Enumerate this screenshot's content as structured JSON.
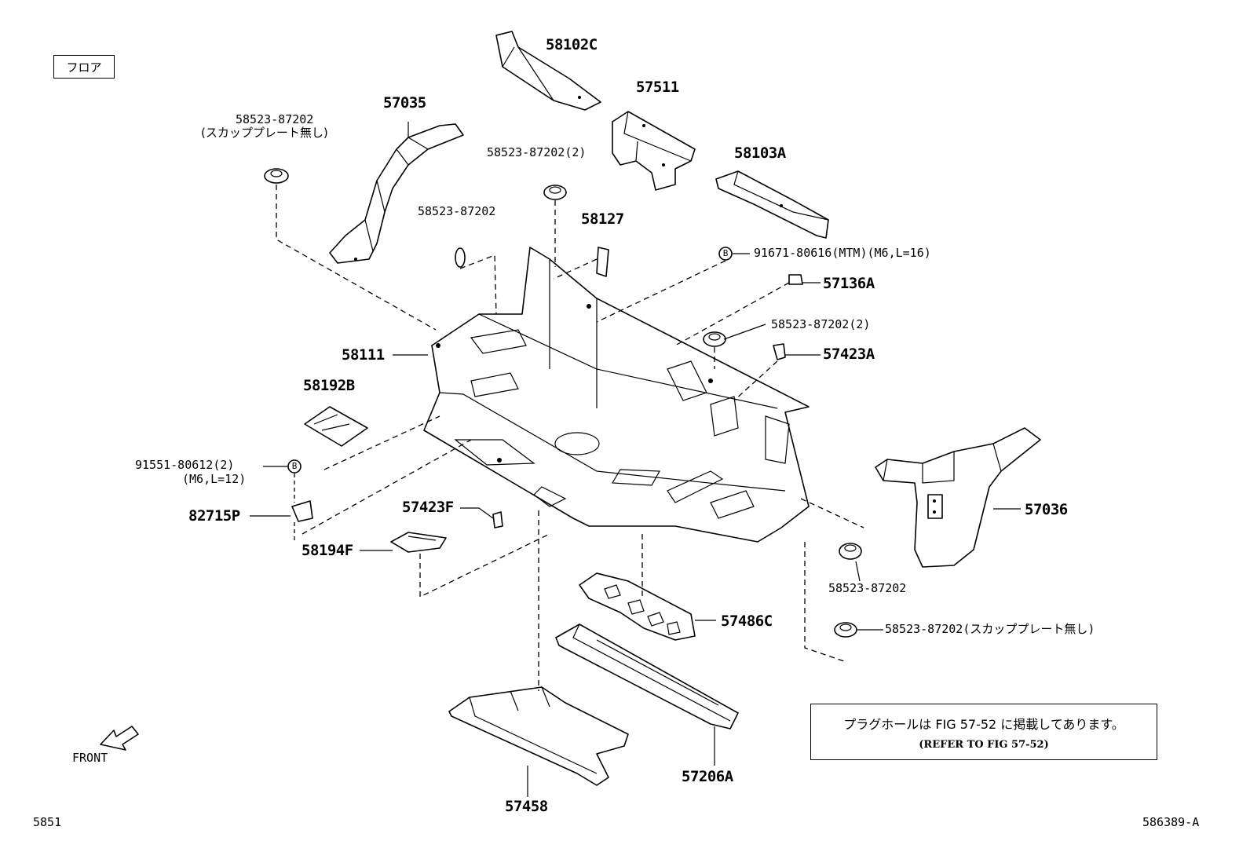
{
  "section_tag": "フロア",
  "footer": {
    "left_code": "5851",
    "right_code": "586389-A"
  },
  "front_label": "FRONT",
  "note": {
    "line1": "プラグホールは FIG 57-52 に掲載してあります。",
    "line2": "(REFER TO FIG 57-52)"
  },
  "callouts": {
    "p58102C": "58102C",
    "p57511": "57511",
    "p57035": "57035",
    "p58523_sp_a": "58523-87202",
    "p58523_sp_a_note": "(スカッププレート無し)",
    "p58523_x2_top": "58523-87202(2)",
    "p58103A": "58103A",
    "p58523_mid": "58523-87202",
    "p58127": "58127",
    "p91671": "91671-80616(MTM)(M6,L=16)",
    "p57136A": "57136A",
    "p58523_x2_right": "58523-87202(2)",
    "p57423A": "57423A",
    "p58111": "58111",
    "p58192B": "58192B",
    "p91551": "91551-80612(2)",
    "p91551_spec": "(M6,L=12)",
    "p82715P": "82715P",
    "p57423F": "57423F",
    "p58194F": "58194F",
    "p57036": "57036",
    "p58523_right": "58523-87202",
    "p58523_sp_b": "58523-87202(スカッププレート無し)",
    "p57486C": "57486C",
    "p57206A": "57206A",
    "p57458": "57458",
    "marker_b": "B"
  }
}
